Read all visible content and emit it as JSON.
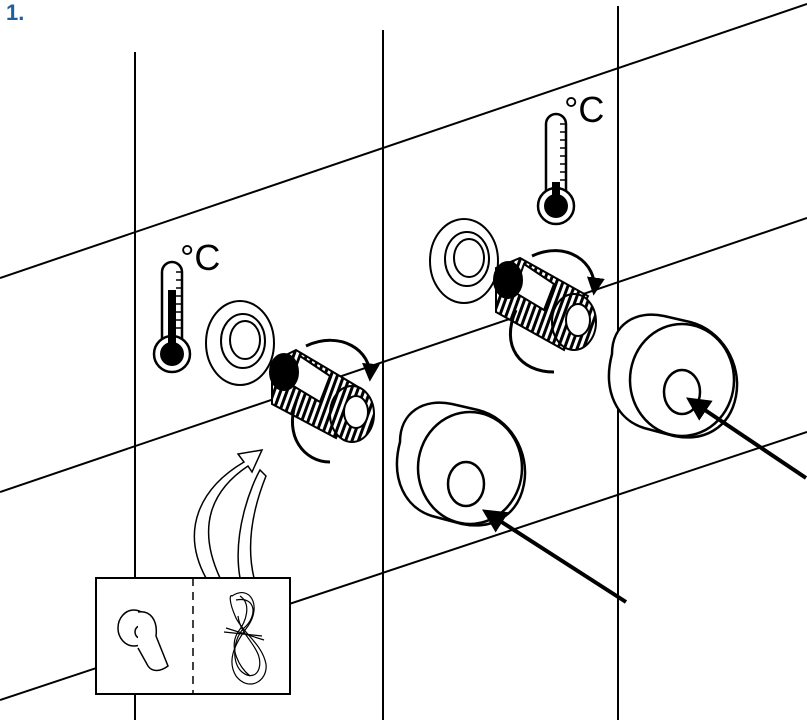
{
  "step": {
    "number": "1."
  },
  "thermometer_left": {
    "unit": "°C"
  },
  "thermometer_right": {
    "unit": "°C"
  },
  "colors": {
    "step_number": "#1f5fa0",
    "ink": "#000000",
    "paper": "#ffffff"
  },
  "icons": {
    "thermometer": "thermometer-icon",
    "rotate": "rotate-arrow-icon",
    "tape": "ptfe-tape-icon",
    "hemp": "hemp-thread-icon"
  }
}
